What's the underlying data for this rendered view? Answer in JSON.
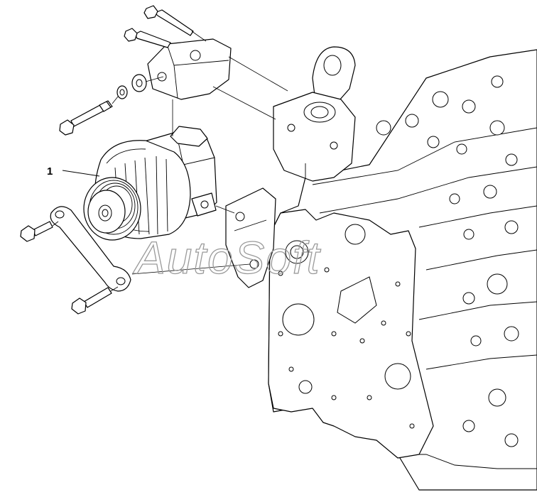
{
  "diagram": {
    "callouts": [
      {
        "number": "1",
        "part": "alternator"
      }
    ],
    "watermark": "AutoSoft",
    "colors": {
      "line": "#000000",
      "background": "#ffffff",
      "watermark": "#9a9a9a"
    }
  }
}
